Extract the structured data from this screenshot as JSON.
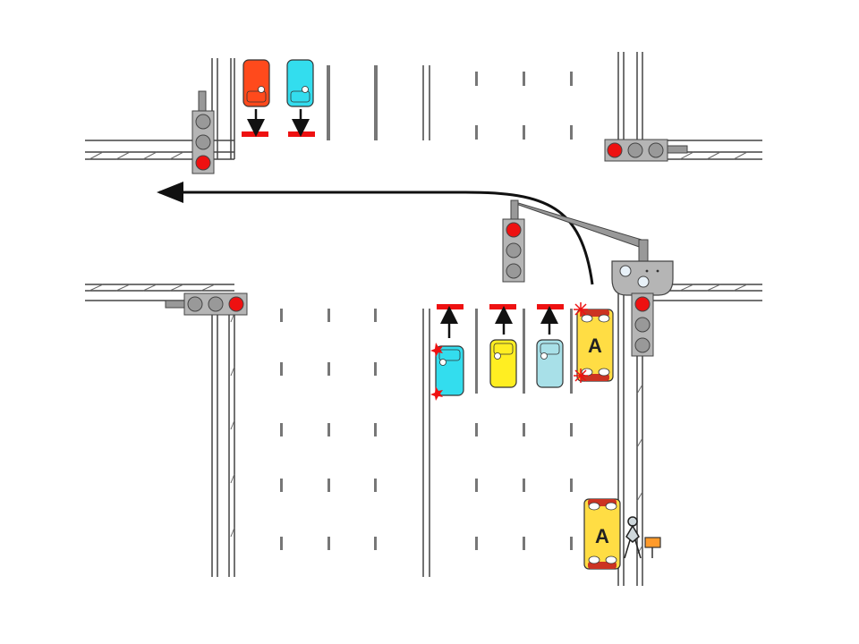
{
  "colors": {
    "red_light": "#ee1111",
    "off_light": "#999999",
    "signal_housing": "#b5b5b5",
    "stop_line": "#ee1111",
    "road_edge": "#444444",
    "lane_marking": "#777777",
    "car_red": "#ff4a1c",
    "car_cyan": "#33ddee",
    "car_yellow": "#ffee22",
    "car_lightblue": "#a8e0e8",
    "bus_yellow": "#ffdd44",
    "ped_sign": "#ff9a2a"
  },
  "vehicles": {
    "bus_intersection": {
      "label": "A",
      "color": "bus_yellow",
      "hazard_lights": true
    },
    "bus_bottom": {
      "label": "A",
      "color": "bus_yellow",
      "hazard_lights": false
    },
    "southbound_cars": [
      {
        "color": "car_red",
        "direction": "down"
      },
      {
        "color": "car_cyan",
        "direction": "down"
      }
    ],
    "northbound_cars": [
      {
        "color": "car_cyan",
        "direction": "up",
        "turn_signal": "left"
      },
      {
        "color": "car_yellow",
        "direction": "up"
      },
      {
        "color": "car_lightblue",
        "direction": "up"
      }
    ]
  },
  "signals": {
    "northwest": {
      "orientation": "vertical",
      "lit": "bottom",
      "lit_color": "red"
    },
    "northeast": {
      "orientation": "horizontal",
      "lit": "left",
      "lit_color": "red"
    },
    "southwest": {
      "orientation": "horizontal",
      "lit": "right",
      "lit_color": "red"
    },
    "center_overhead": {
      "orientation": "vertical",
      "lit": "top",
      "lit_color": "red"
    },
    "southeast": {
      "orientation": "vertical",
      "lit": "top",
      "lit_color": "red"
    }
  },
  "icons": {
    "turn_path": "curved-left-turn-arrow-icon",
    "pedestrian": "pedestrian-icon",
    "camera": "traffic-camera-icon",
    "sign": "roadside-sign-icon"
  }
}
